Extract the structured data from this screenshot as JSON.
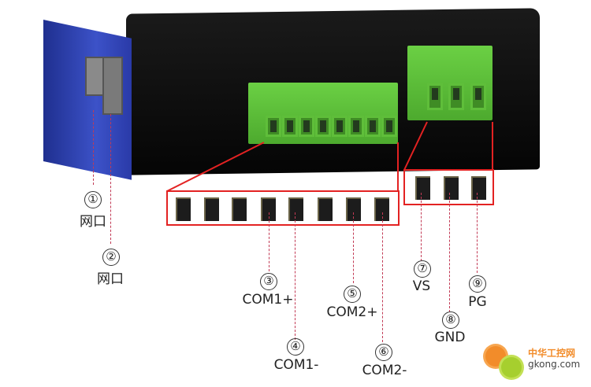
{
  "image": {
    "description": "Device terminal pinout diagram with callout labels",
    "colors": {
      "device_body": "#0d0d0d",
      "device_front_panel": "#2b3fb0",
      "terminal_block": "#5cc23a",
      "callout_box": "#e32222",
      "callout_line": "#c23a55"
    }
  },
  "callouts": [
    {
      "number": "①",
      "label": "网口"
    },
    {
      "number": "②",
      "label": "网口"
    },
    {
      "number": "③",
      "label": "COM1+"
    },
    {
      "number": "④",
      "label": "COM1-"
    },
    {
      "number": "⑤",
      "label": "COM2+"
    },
    {
      "number": "⑥",
      "label": "COM2-"
    },
    {
      "number": "⑦",
      "label": "VS"
    },
    {
      "number": "⑧",
      "label": "GND"
    },
    {
      "number": "⑨",
      "label": "PG"
    }
  ],
  "terminal_blocks": {
    "signal_block_pins": 8,
    "power_block_pins": 3
  },
  "watermark": {
    "site_name_cn": "中华工控网",
    "site_url": "gkong.com"
  }
}
